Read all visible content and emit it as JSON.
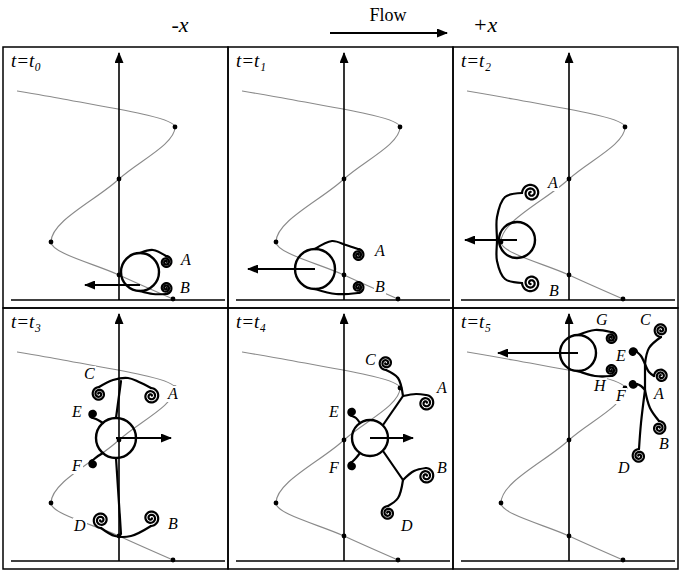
{
  "diagram": {
    "labels": [
      "-x",
      "Flow",
      "+x",
      "t=t₀",
      "A",
      "B",
      "t=t₁",
      "A",
      "B",
      "t=t₂",
      "A",
      "B",
      "t=t₃",
      "C",
      "A",
      "E",
      "F",
      "D",
      "B",
      "t=t₄",
      "C",
      "E",
      "A",
      "F",
      "B",
      "D",
      "t=t₅",
      "C",
      "G",
      "E",
      "A",
      "F",
      "H",
      "B",
      "D"
    ]
  }
}
